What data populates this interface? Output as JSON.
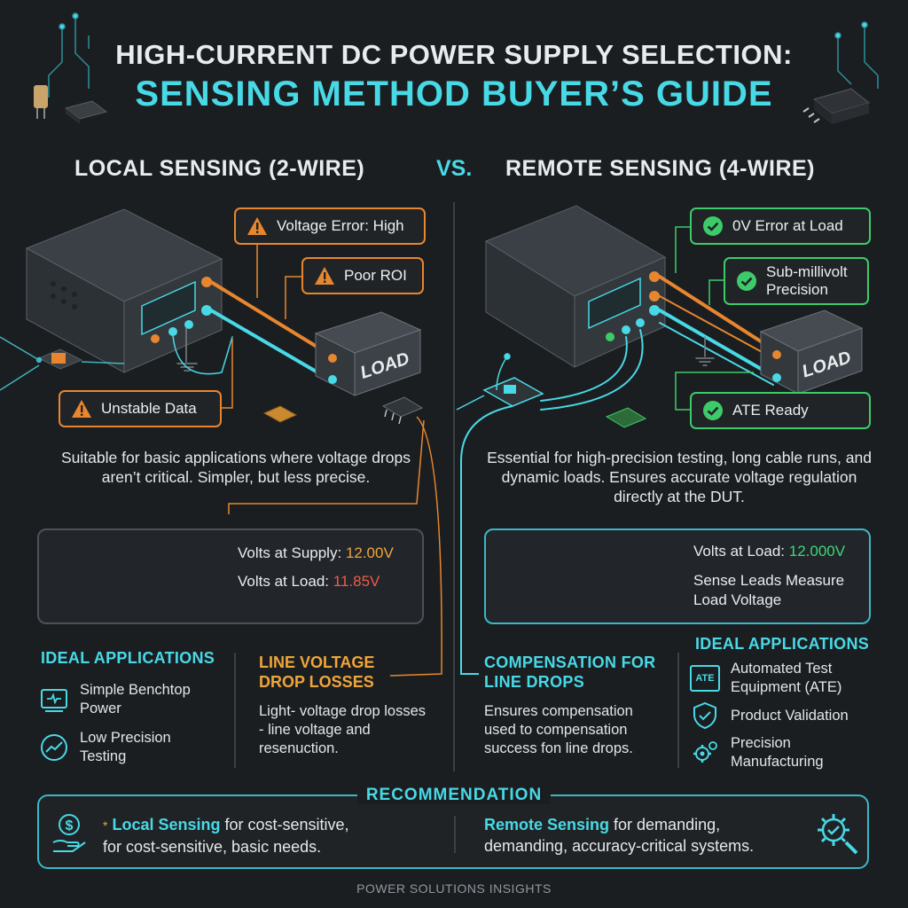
{
  "header": {
    "title_line1": "HIGH-CURRENT DC POWER SUPPLY SELECTION:",
    "title_line2": "SENSING METHOD BUYER’S GUIDE"
  },
  "columns": {
    "local_title": "LOCAL SENSING (2-WIRE)",
    "vs": "VS.",
    "remote_title": "REMOTE SENSING (4-WIRE)"
  },
  "local": {
    "load_label": "LOAD",
    "tags": {
      "voltage_error": "Voltage Error: High",
      "poor_roi": "Poor ROI",
      "unstable": "Unstable Data"
    },
    "description": "Suitable for basic applications where voltage drops aren’t critical. Simpler, but less precise.",
    "meter": {
      "supply_label": "Volts at Supply: ",
      "supply_value": "12.00V",
      "load_label": "Volts at Load: ",
      "load_value": "11.85V"
    },
    "ideal_title": "IDEAL APPLICATIONS",
    "apps": [
      "Simple Benchtop Power",
      "Low Precision Testing"
    ],
    "drop_title": "LINE VOLTAGE DROP LOSSES",
    "drop_text": "Light- voltage drop losses - line voltage and resenuction."
  },
  "remote": {
    "load_label": "LOAD",
    "tags": {
      "zero_error": "0V Error at Load",
      "submv": "Sub-millivolt Precision",
      "ate": "ATE Ready"
    },
    "description": "Essential for high-precision testing, long cable runs, and dynamic loads. Ensures accurate voltage regulation directly at the DUT.",
    "meter": {
      "load_label": "Volts at Load: ",
      "load_value": "12.000V",
      "sense_text": "Sense Leads Measure Load Voltage"
    },
    "comp_title": "COMPENSATION FOR LINE DROPS",
    "comp_text": "Ensures compensation used to compensation success fon line drops.",
    "ideal_title": "IDEAL APPLICATIONS",
    "ate_badge": "ATE",
    "apps": [
      "Automated Test Equipment (ATE)",
      "Product Validation",
      "Precision Manufacturing"
    ]
  },
  "recommendation": {
    "title": "RECOMMENDATION",
    "left_bold": "Local Sensing",
    "left_rest": " for cost-sensitive,",
    "left_line2": "for cost-sensitive, basic needs.",
    "left_star": "*",
    "right_bold": "Remote Sensing",
    "right_rest": " for demanding,",
    "right_line2": "demanding, accuracy-critical systems."
  },
  "footer": "POWER SOLUTIONS INSIGHTS",
  "colors": {
    "accent": "#48d9e6",
    "warn": "#e8862f",
    "ok": "#3dcb6a",
    "red": "#ef5b4a"
  }
}
